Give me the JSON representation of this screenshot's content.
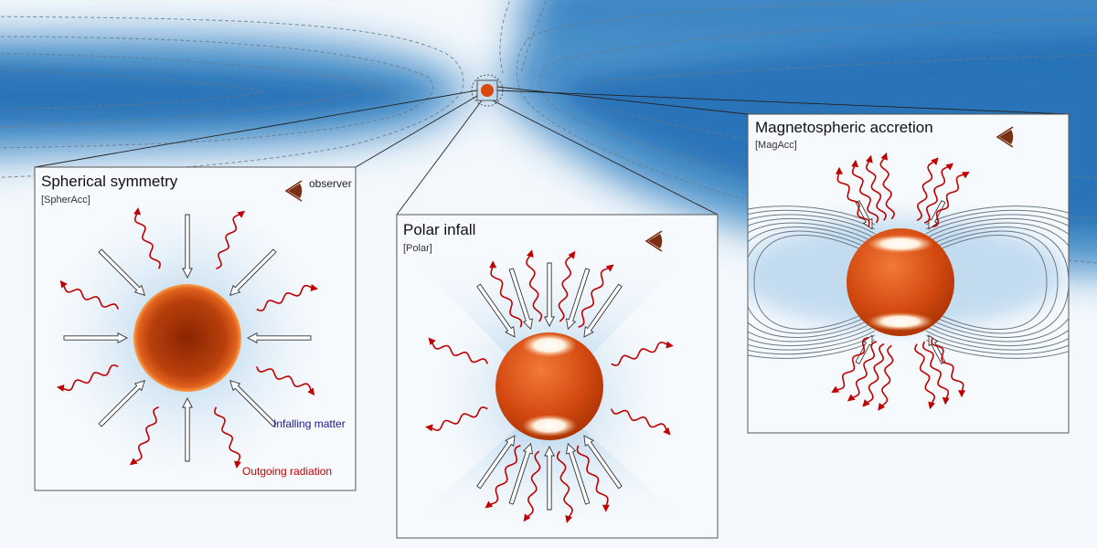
{
  "panels": {
    "spherical": {
      "title": "Spherical symmetry",
      "tag": "[SpherAcc]"
    },
    "polar": {
      "title": "Polar infall",
      "tag": "[Polar]"
    },
    "magnetospheric": {
      "title": "Magnetospheric accretion",
      "tag": "[MagAcc]"
    }
  },
  "labels": {
    "observer": "observer",
    "infalling": "Infalling matter",
    "outgoing": "Outgoing radiation"
  },
  "colors": {
    "background": "#f4f8fc",
    "cloud": "#2f7fc1",
    "star_light": "#e8501a",
    "star_dark": "#a83203",
    "radiation": "#c00000",
    "infalling_text": "#1a1a8c",
    "outgoing_text": "#c00000",
    "observer_eye": "#7a2e12"
  },
  "icons": [
    "observer-eye-icon",
    "infall-arrow-icon",
    "radiation-wave-icon"
  ]
}
